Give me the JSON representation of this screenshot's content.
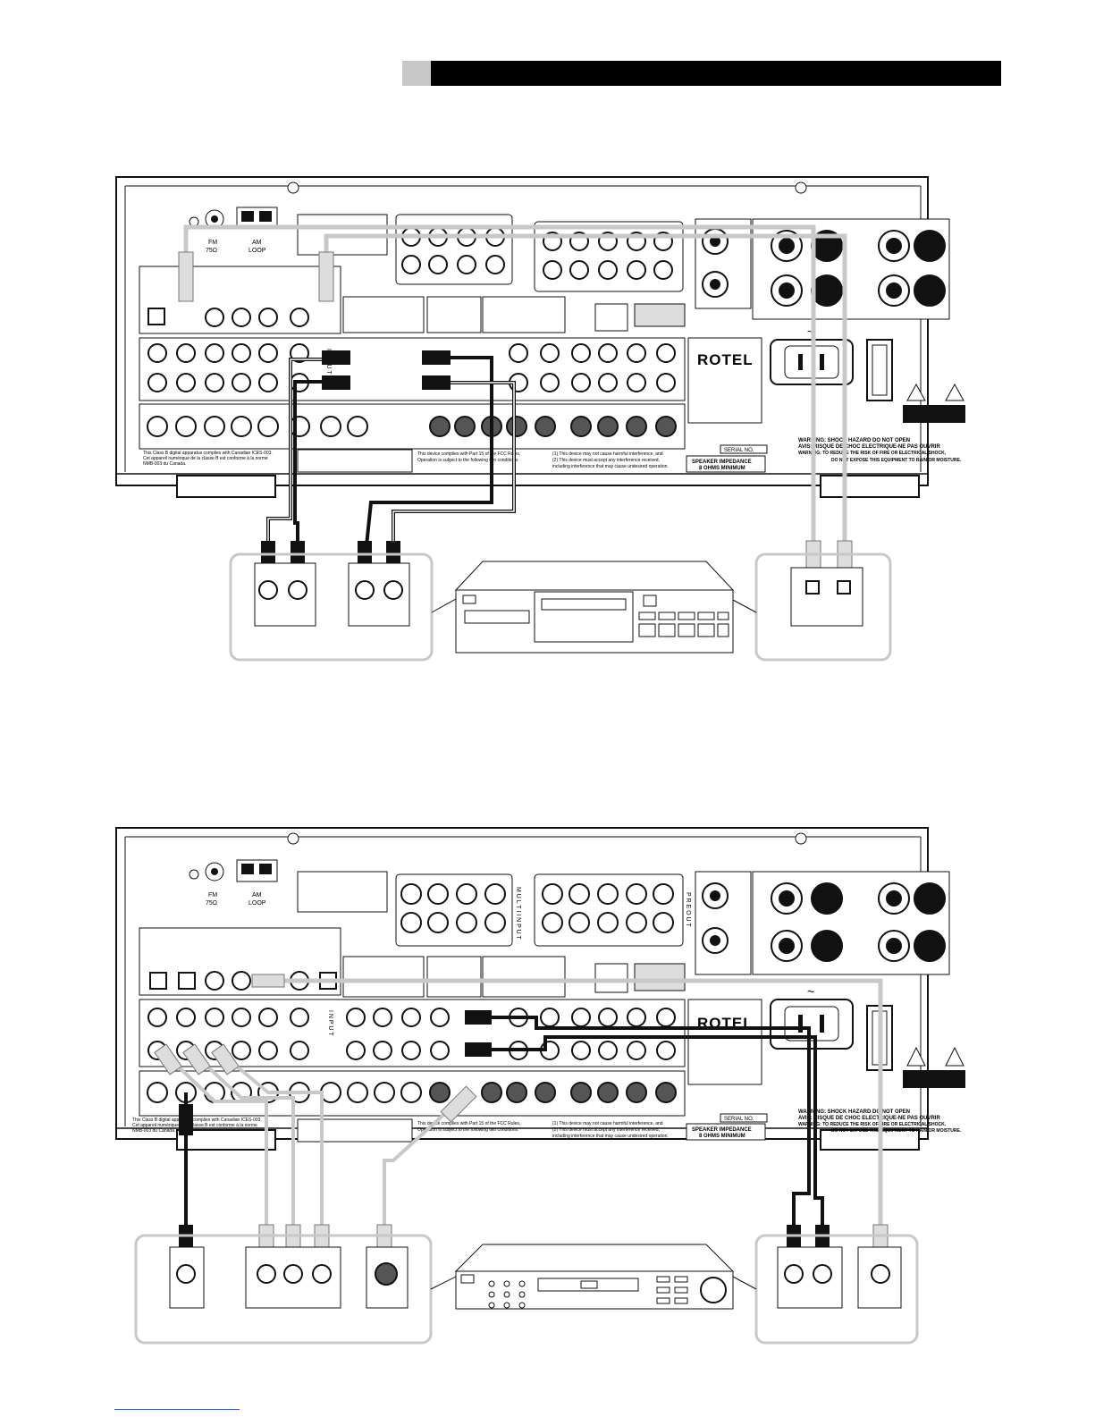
{
  "brand": "ROTEL",
  "panel": {
    "fm_label": "FM",
    "fm_ohm": "75Ω",
    "am_label": "AM",
    "am_loop": "LOOP",
    "multi_input": "M U L T I  I N P U T",
    "pre_out": "P R E  O U T",
    "input_vertical": "I N P U T",
    "serial": "SERIAL NO.",
    "impedance_line1": "SPEAKER IMPEDANCE",
    "impedance_line2": "8 OHMS MINIMUM",
    "warning_line1": "WARNING:  SHOCK HAZARD DO NOT OPEN",
    "warning_line2": "AVIS: RISQUE DE CHOC ELECTRIQUE-NE PAS OUVRIR",
    "warning_line3": "WARNING: TO REDUCE THE RISK OF FIRE OR ELECTRICAL SHOCK,",
    "warning_line4": "DO NOT EXPOSE THIS EQUIPMENT TO RAIN OR MOISTURE.",
    "canada_line1": "This Class B digital apparatus complies with Canadian ICES-003.",
    "canada_line2": "Cet appareil numérique de la classe B est conforme à la norme",
    "canada_line3": "NMB-003 du Canada.",
    "fcc_line1": "This device complies with Part 15 of the FCC Rules,",
    "fcc_line2": "Operation is subject to the following two conditions:",
    "cond_line1": "(1) This device may not cause harmful interference, and",
    "cond_line2": "(2) This device must accept any interference received,",
    "cond_line3": "including interference that may cause undesired operation."
  },
  "ac_symbol": "~",
  "diagrams": [
    {
      "id": "tape-deck-connection",
      "source_device": "cassette-deck"
    },
    {
      "id": "dvd-player-connection",
      "source_device": "dvd-player"
    }
  ]
}
